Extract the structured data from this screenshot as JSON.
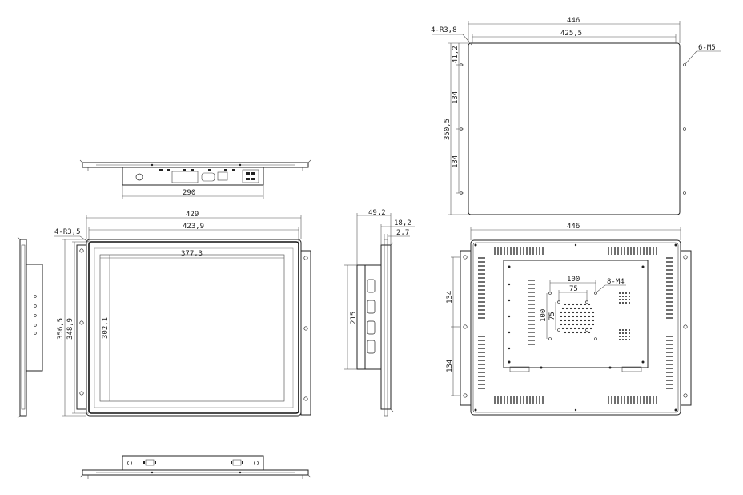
{
  "drawing": {
    "top_view": {
      "width": "290"
    },
    "front_view": {
      "outer_width": "429",
      "inner_width": "423,9",
      "corner_radius": "4-R3,5",
      "active_width": "377,3",
      "active_height": "302,1",
      "outer_height": "356,5",
      "inner_height": "348,9"
    },
    "side_view": {
      "depth": "49,2",
      "bezel_depth": "18,2",
      "bezel_thickness": "2,7",
      "rear_height": "215"
    },
    "cutout_view": {
      "width": "446",
      "inner_width": "425,5",
      "corner_radius": "4-R3,8",
      "screw_holes": "6-M5",
      "top_offset": "41,2",
      "spacing_1": "134",
      "spacing_2": "134",
      "height": "350,5"
    },
    "rear_view": {
      "width": "446",
      "vesa_outer": "100",
      "vesa_inner": "75",
      "vesa_screws": "8-M4",
      "vesa_outer_v": "100",
      "vesa_inner_v": "75",
      "spacing_1": "134",
      "spacing_2": "134"
    }
  }
}
